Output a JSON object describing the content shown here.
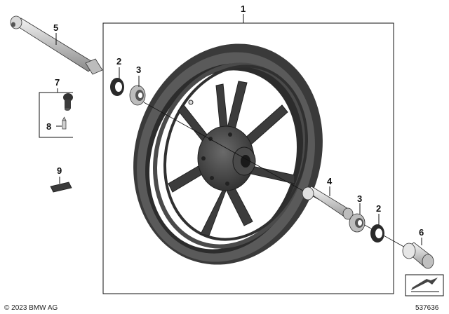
{
  "callouts": {
    "c1": "1",
    "c2a": "2",
    "c3a": "3",
    "c4": "4",
    "c3b": "3",
    "c2b": "2",
    "c5": "5",
    "c6": "6",
    "c7": "7",
    "c8": "8",
    "c9": "9"
  },
  "footer": {
    "copyright": "© 2023 BMW AG",
    "image_number": "537636"
  }
}
